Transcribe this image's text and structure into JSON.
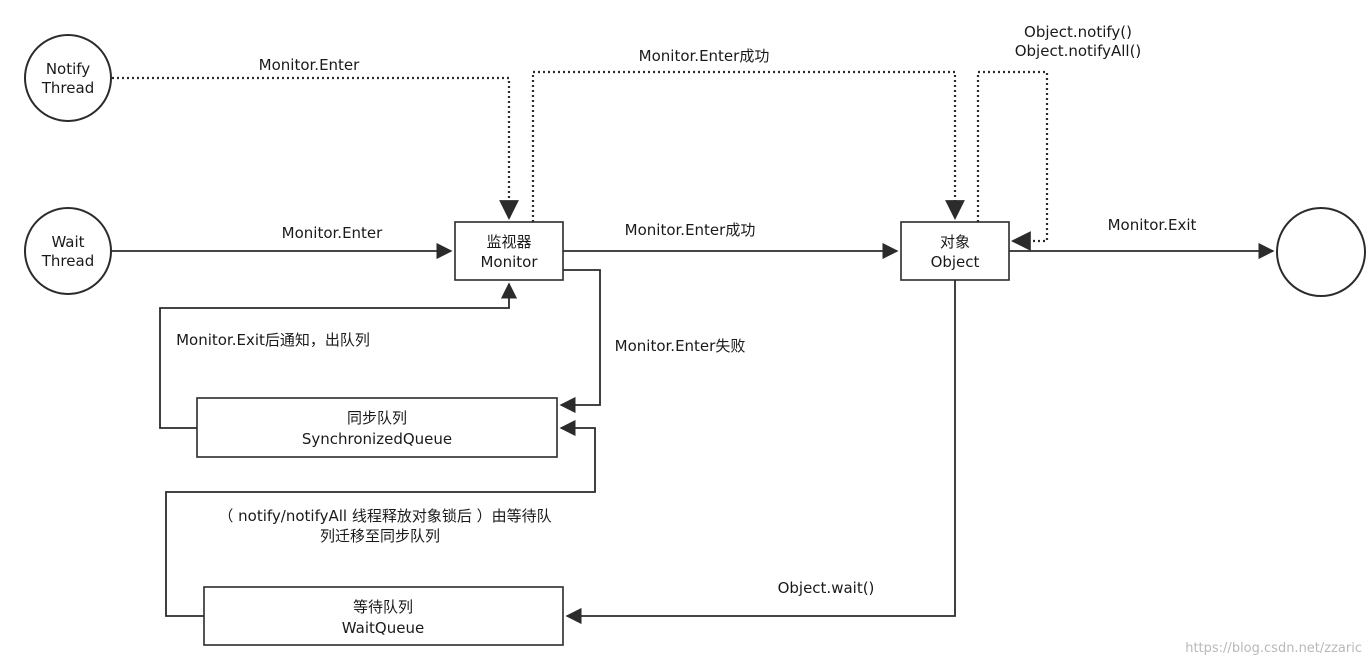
{
  "nodes": {
    "notify_thread": {
      "line1": "Notify",
      "line2": "Thread"
    },
    "wait_thread": {
      "line1": "Wait",
      "line2": "Thread"
    },
    "monitor": {
      "line1": "监视器",
      "line2": "Monitor"
    },
    "object": {
      "line1": "对象",
      "line2": "Object"
    },
    "sync_queue": {
      "line1": "同步队列",
      "line2": "SynchronizedQueue"
    },
    "wait_queue": {
      "line1": "等待队列",
      "line2": "WaitQueue"
    },
    "end": {
      "label": ""
    }
  },
  "edges": {
    "notify_enter": "Monitor.Enter",
    "notify_enter_success": "Monitor.Enter成功",
    "notify_calls_line1": "Object.notify()",
    "notify_calls_line2": "Object.notifyAll()",
    "wait_enter": "Monitor.Enter",
    "wait_enter_success": "Monitor.Enter成功",
    "monitor_exit": "Monitor.Exit",
    "enter_fail": "Monitor.Enter失败",
    "exit_notify_dequeue": "Monitor.Exit后通知，出队列",
    "migrate_line1": "（ notify/notifyAll 线程释放对象锁后 ）由等待队",
    "migrate_line2": "列迁移至同步队列",
    "object_wait": "Object.wait()"
  },
  "watermark": "https://blog.csdn.net/zzaric",
  "colors": {
    "stroke": "#2b2b2b",
    "background": "#ffffff"
  }
}
